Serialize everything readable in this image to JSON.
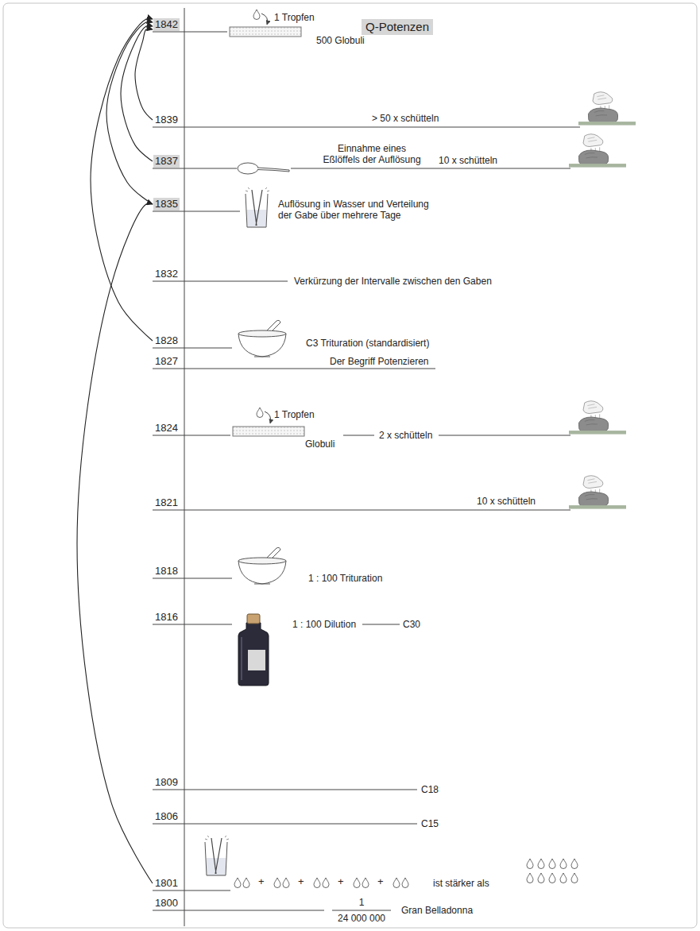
{
  "diagram": {
    "nodes": [
      {
        "text": [
          "1842"
        ]
      },
      {
        "text": [
          "Q-Potenzen"
        ]
      },
      {
        "text": [
          "1839"
        ]
      },
      {
        "text": [
          "1837"
        ]
      },
      {
        "text": [
          "1835"
        ]
      },
      {
        "text": [
          "1832"
        ]
      },
      {
        "text": [
          "1828"
        ]
      },
      {
        "text": [
          "1827"
        ]
      },
      {
        "text": [
          "1824"
        ]
      },
      {
        "text": [
          "1821"
        ]
      },
      {
        "text": [
          "1818"
        ]
      },
      {
        "text": [
          "1816"
        ]
      },
      {
        "text": [
          "1809"
        ]
      },
      {
        "text": [
          "1806"
        ]
      },
      {
        "text": [
          "1801"
        ]
      },
      {
        "text": [
          "1800"
        ]
      }
    ],
    "edges": [
      {
        "from": 2,
        "to": 0,
        "arrow": "to"
      },
      {
        "from": 3,
        "to": 0,
        "arrow": "to"
      },
      {
        "from": 4,
        "to": 0,
        "arrow": "to"
      },
      {
        "from": 6,
        "to": 0,
        "arrow": "to"
      },
      {
        "from": 14,
        "to": 4,
        "arrow": "to"
      }
    ],
    "labels": [
      "1 Tropfen",
      "500 Globuli",
      "> 50 x schütteln",
      "Einnahme eines Eßlöffels der Auflösung",
      "10 x schütteln",
      "Auflösung in Wasser und Verteilung der Gabe über mehrere Tage",
      "Verkürzung der Intervalle zwischen den Gaben",
      "C3 Trituration (standardisiert)",
      "Der Begriff Potenzieren",
      "1 Tropfen",
      "Globuli",
      "2 x schütteln",
      "10 x schütteln",
      "1 : 100 Trituration",
      "1 : 100 Dilution",
      "C30",
      "C18",
      "C15",
      "+",
      "+",
      "+",
      "+",
      "ist stärker als",
      "1",
      "24 000 000",
      "Gran Belladonna"
    ]
  }
}
